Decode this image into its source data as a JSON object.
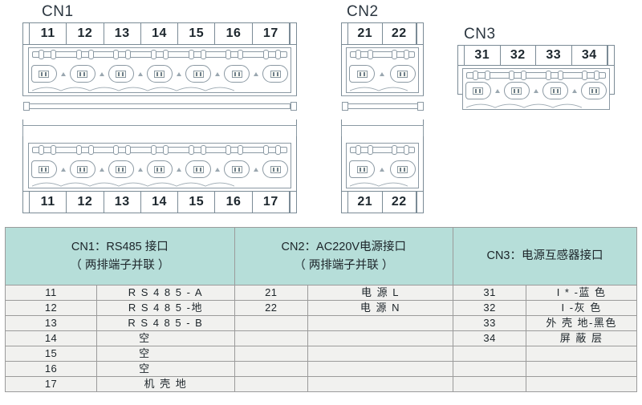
{
  "diagram": {
    "blocks": [
      {
        "id": "CN1",
        "title": "CN1",
        "rows": [
          "11",
          "12",
          "13",
          "14",
          "15",
          "16",
          "17"
        ],
        "double_row": true,
        "terminal_count": 7
      },
      {
        "id": "CN2",
        "title": "CN2",
        "rows": [
          "21",
          "22"
        ],
        "double_row": true,
        "terminal_count": 2
      },
      {
        "id": "CN3",
        "title": "CN3",
        "rows": [
          "31",
          "32",
          "33",
          "34"
        ],
        "double_row": false,
        "terminal_count": 4
      }
    ]
  },
  "table": {
    "header_color": "#b6ded9",
    "row_color": "#f1f1ef",
    "groups": [
      {
        "title_line1": "CN1：RS485 接口",
        "title_line2": "（ 两排端子并联 ）",
        "rows": [
          {
            "num": "11",
            "val": "R S 4 8 5 - A",
            "align": "center"
          },
          {
            "num": "12",
            "val": "R S 4 8 5 -地",
            "align": "center"
          },
          {
            "num": "13",
            "val": "R S 4 8 5 - B",
            "align": "center"
          },
          {
            "num": "14",
            "val": "空",
            "align": "left"
          },
          {
            "num": "15",
            "val": "空",
            "align": "left"
          },
          {
            "num": "16",
            "val": "空",
            "align": "left"
          },
          {
            "num": "17",
            "val": "机 壳 地",
            "align": "center"
          }
        ]
      },
      {
        "title_line1": "CN2：AC220V电源接口",
        "title_line2": "（ 两排端子并联 ）",
        "rows": [
          {
            "num": "21",
            "val": "电 源  L",
            "align": "center"
          },
          {
            "num": "22",
            "val": "电 源  N",
            "align": "center"
          },
          {
            "num": "",
            "val": "",
            "align": "center"
          },
          {
            "num": "",
            "val": "",
            "align": "center"
          },
          {
            "num": "",
            "val": "",
            "align": "center"
          },
          {
            "num": "",
            "val": "",
            "align": "center"
          },
          {
            "num": "",
            "val": "",
            "align": "center"
          }
        ]
      },
      {
        "title_line1": "CN3：电源互感器接口",
        "title_line2": "",
        "rows": [
          {
            "num": "31",
            "val": "I * -蓝 色",
            "align": "center"
          },
          {
            "num": "32",
            "val": "I -灰 色",
            "align": "center"
          },
          {
            "num": "33",
            "val": "外 壳 地-黑色",
            "align": "center"
          },
          {
            "num": "34",
            "val": "屏 蔽 层",
            "align": "center"
          },
          {
            "num": "",
            "val": "",
            "align": "center"
          },
          {
            "num": "",
            "val": "",
            "align": "center"
          },
          {
            "num": "",
            "val": "",
            "align": "center"
          }
        ]
      }
    ]
  }
}
